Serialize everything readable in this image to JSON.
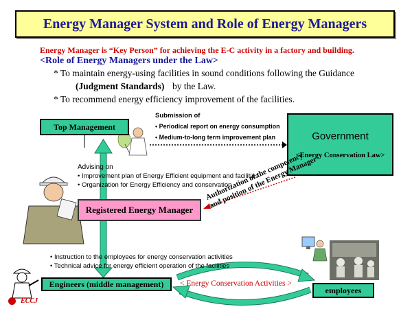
{
  "title": "Energy Manager System and Role of Energy Managers",
  "intro": {
    "key_person": "Energy Manager is “Key Person” for achieving the E-C activity in a factory and building.",
    "role_heading": "<Role of Energy Managers under the Law>",
    "bullet1_line1": "* To maintain energy-using facilities in sound conditions following the Guidance",
    "bullet1_bold": "(Judgment Standards)",
    "bullet1_end": "by the Law.",
    "bullet2": "* To recommend energy efficiency improvement of the facilities."
  },
  "nodes": {
    "top_management": "Top Management",
    "government_title": "Government",
    "government_law": "<Energy Conservation Law>",
    "registered_manager": "Registered Energy Manager",
    "engineers": "Engineers (middle  management)",
    "employees": "employees"
  },
  "submission": {
    "heading": "Submission of",
    "item1": "• Periodical report on energy consumption",
    "item2": "• Medium-to-long term improvement plan"
  },
  "advising": {
    "heading": "Advising on",
    "item1": "• Improvement plan of Energy Efficient equipment and facilities",
    "item2": "• Organization for Energy Efficiency and conservation"
  },
  "authorization": {
    "line1": "Authorization of the competency",
    "line2": "and position of the Energy Manager"
  },
  "instruction": {
    "item1": "• Instruction to the employees for energy conservation activities",
    "item2": "• Technical advice for energy efficient operation of the facilities"
  },
  "cycle_label": "< Energy Conservation Activities >",
  "logo": "ECCJ",
  "colors": {
    "title_bg": "#ffff99",
    "title_text": "#1a1a99",
    "node_green": "#33cc99",
    "manager_pink": "#ff99cc",
    "accent_red": "#cc0000",
    "arrow_green": "#33cc99"
  }
}
